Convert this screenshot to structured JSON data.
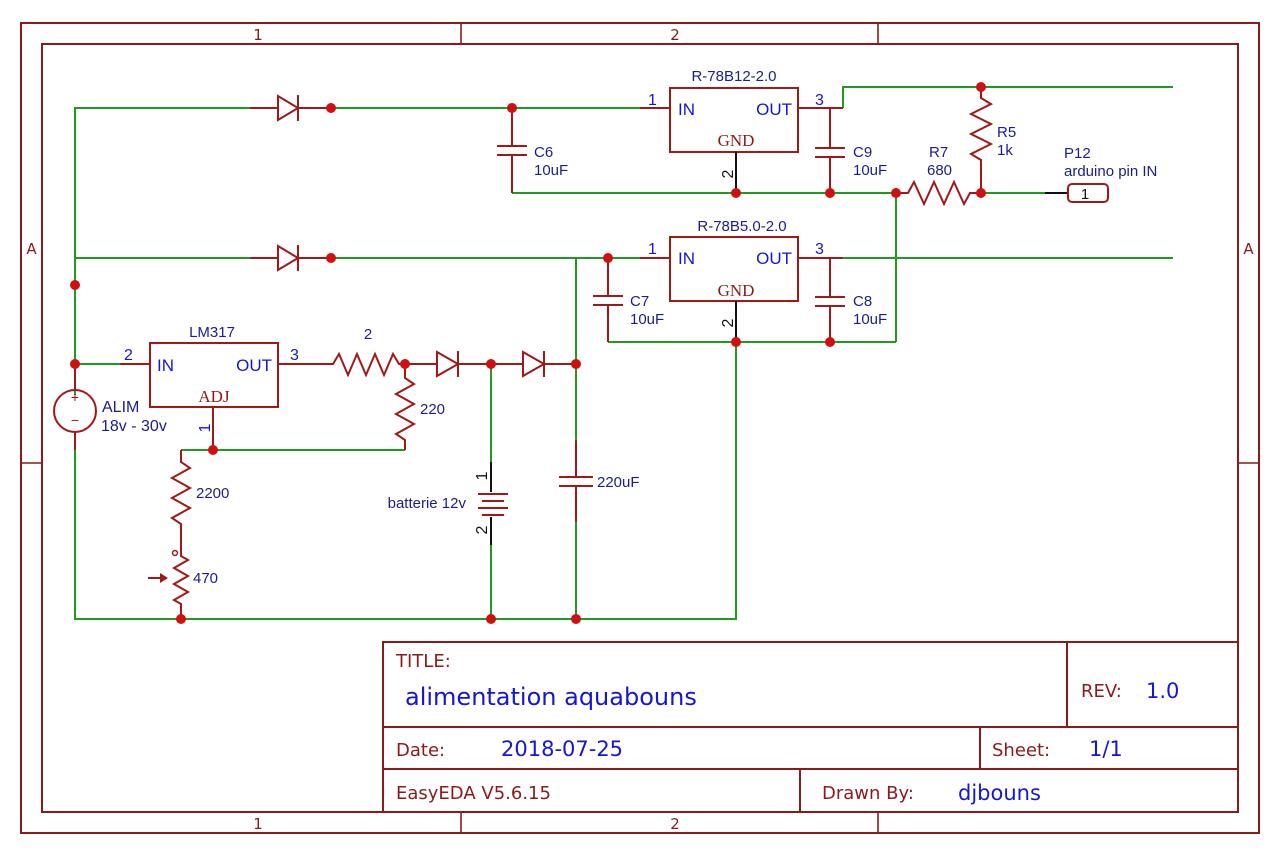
{
  "frame": {
    "column_labels": [
      "1",
      "2"
    ],
    "row_labels": [
      "A"
    ]
  },
  "colors": {
    "frame": "#8b1a1a",
    "wire": "#1f9b1f",
    "symbol": "#a01818",
    "junction": "#d10f0f",
    "label": "#1c1c8c",
    "pin_number": "#1515d4"
  },
  "components": {
    "reg12": {
      "name": "R-78B12-2.0",
      "pin_in_name": "IN",
      "pin_out_name": "OUT",
      "pin_gnd_name": "GND",
      "pin_in": "1",
      "pin_out": "3",
      "pin_gnd": "2"
    },
    "reg5": {
      "name": "R-78B5.0-2.0",
      "pin_in_name": "IN",
      "pin_out_name": "OUT",
      "pin_gnd_name": "GND",
      "pin_in": "1",
      "pin_out": "3",
      "pin_gnd": "2"
    },
    "lm317": {
      "name": "LM317",
      "pin_in_name": "IN",
      "pin_out_name": "OUT",
      "pin_adj_name": "ADJ",
      "pin_in": "2",
      "pin_out": "3",
      "pin_adj": "1"
    },
    "c6": {
      "ref": "C6",
      "value": "10uF"
    },
    "c9": {
      "ref": "C9",
      "value": "10uF"
    },
    "c7": {
      "ref": "C7",
      "value": "10uF"
    },
    "c8": {
      "ref": "C8",
      "value": "10uF"
    },
    "c_bulk": {
      "value": "220uF"
    },
    "r7": {
      "ref": "R7",
      "value": "680"
    },
    "r5": {
      "ref": "R5",
      "value": "1k"
    },
    "r_series": {
      "value": "2"
    },
    "r_220": {
      "value": "220"
    },
    "r_2200": {
      "value": "2200"
    },
    "pot_470": {
      "value": "470"
    },
    "p12": {
      "ref": "P12",
      "value": "arduino pin IN",
      "pin": "1"
    },
    "alim": {
      "ref": "ALIM",
      "value": "18v - 30v",
      "plus": "+",
      "minus": "−"
    },
    "battery": {
      "value": "batterie 12v",
      "pin_pos": "1",
      "pin_neg": "2"
    }
  },
  "title_block": {
    "title_label": "TITLE:",
    "title": "alimentation aquabouns",
    "rev_label": "REV:",
    "rev": "1.0",
    "date_label": "Date:",
    "date": "2018-07-25",
    "sheet_label": "Sheet:",
    "sheet": "1/1",
    "software": "EasyEDA V5.6.15",
    "drawn_by_label": "Drawn By:",
    "drawn_by": "djbouns"
  }
}
